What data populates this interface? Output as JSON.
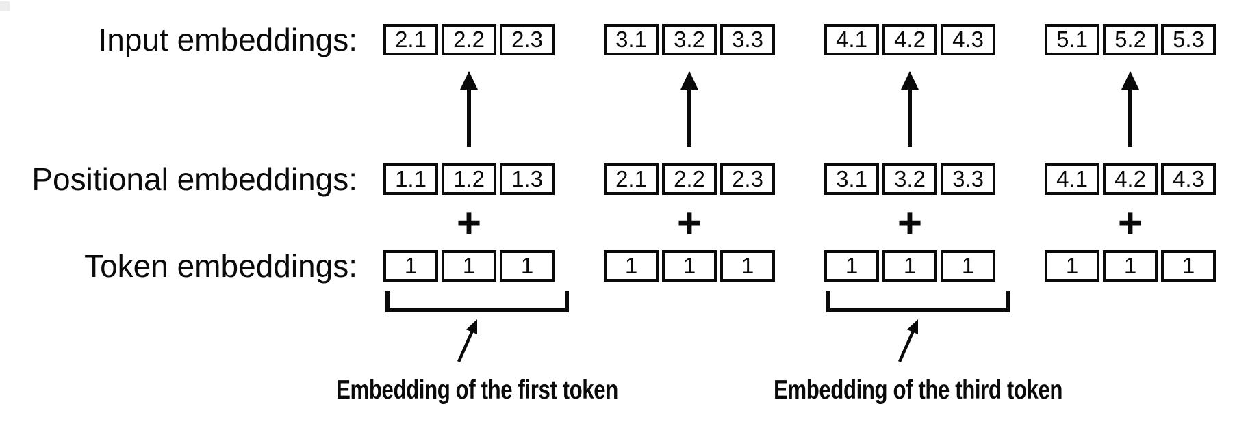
{
  "colors": {
    "background": "#ffffff",
    "ink": "#0a0a0a",
    "corner_artifact": "#ededed"
  },
  "rows": [
    {
      "label": "Input embeddings:",
      "groups": [
        [
          "2.1",
          "2.2",
          "2.3"
        ],
        [
          "3.1",
          "3.2",
          "3.3"
        ],
        [
          "4.1",
          "4.2",
          "4.3"
        ],
        [
          "5.1",
          "5.2",
          "5.3"
        ]
      ]
    },
    {
      "label": "Positional embeddings:",
      "groups": [
        [
          "1.1",
          "1.2",
          "1.3"
        ],
        [
          "2.1",
          "2.2",
          "2.3"
        ],
        [
          "3.1",
          "3.2",
          "3.3"
        ],
        [
          "4.1",
          "4.2",
          "4.3"
        ]
      ]
    },
    {
      "label": "Token embeddings:",
      "groups": [
        [
          "1",
          "1",
          "1"
        ],
        [
          "1",
          "1",
          "1"
        ],
        [
          "1",
          "1",
          "1"
        ],
        [
          "1",
          "1",
          "1"
        ]
      ]
    }
  ],
  "operators": {
    "plus": "+"
  },
  "annotations": [
    {
      "text": "Embedding of the first token"
    },
    {
      "text": "Embedding of the third token"
    }
  ]
}
